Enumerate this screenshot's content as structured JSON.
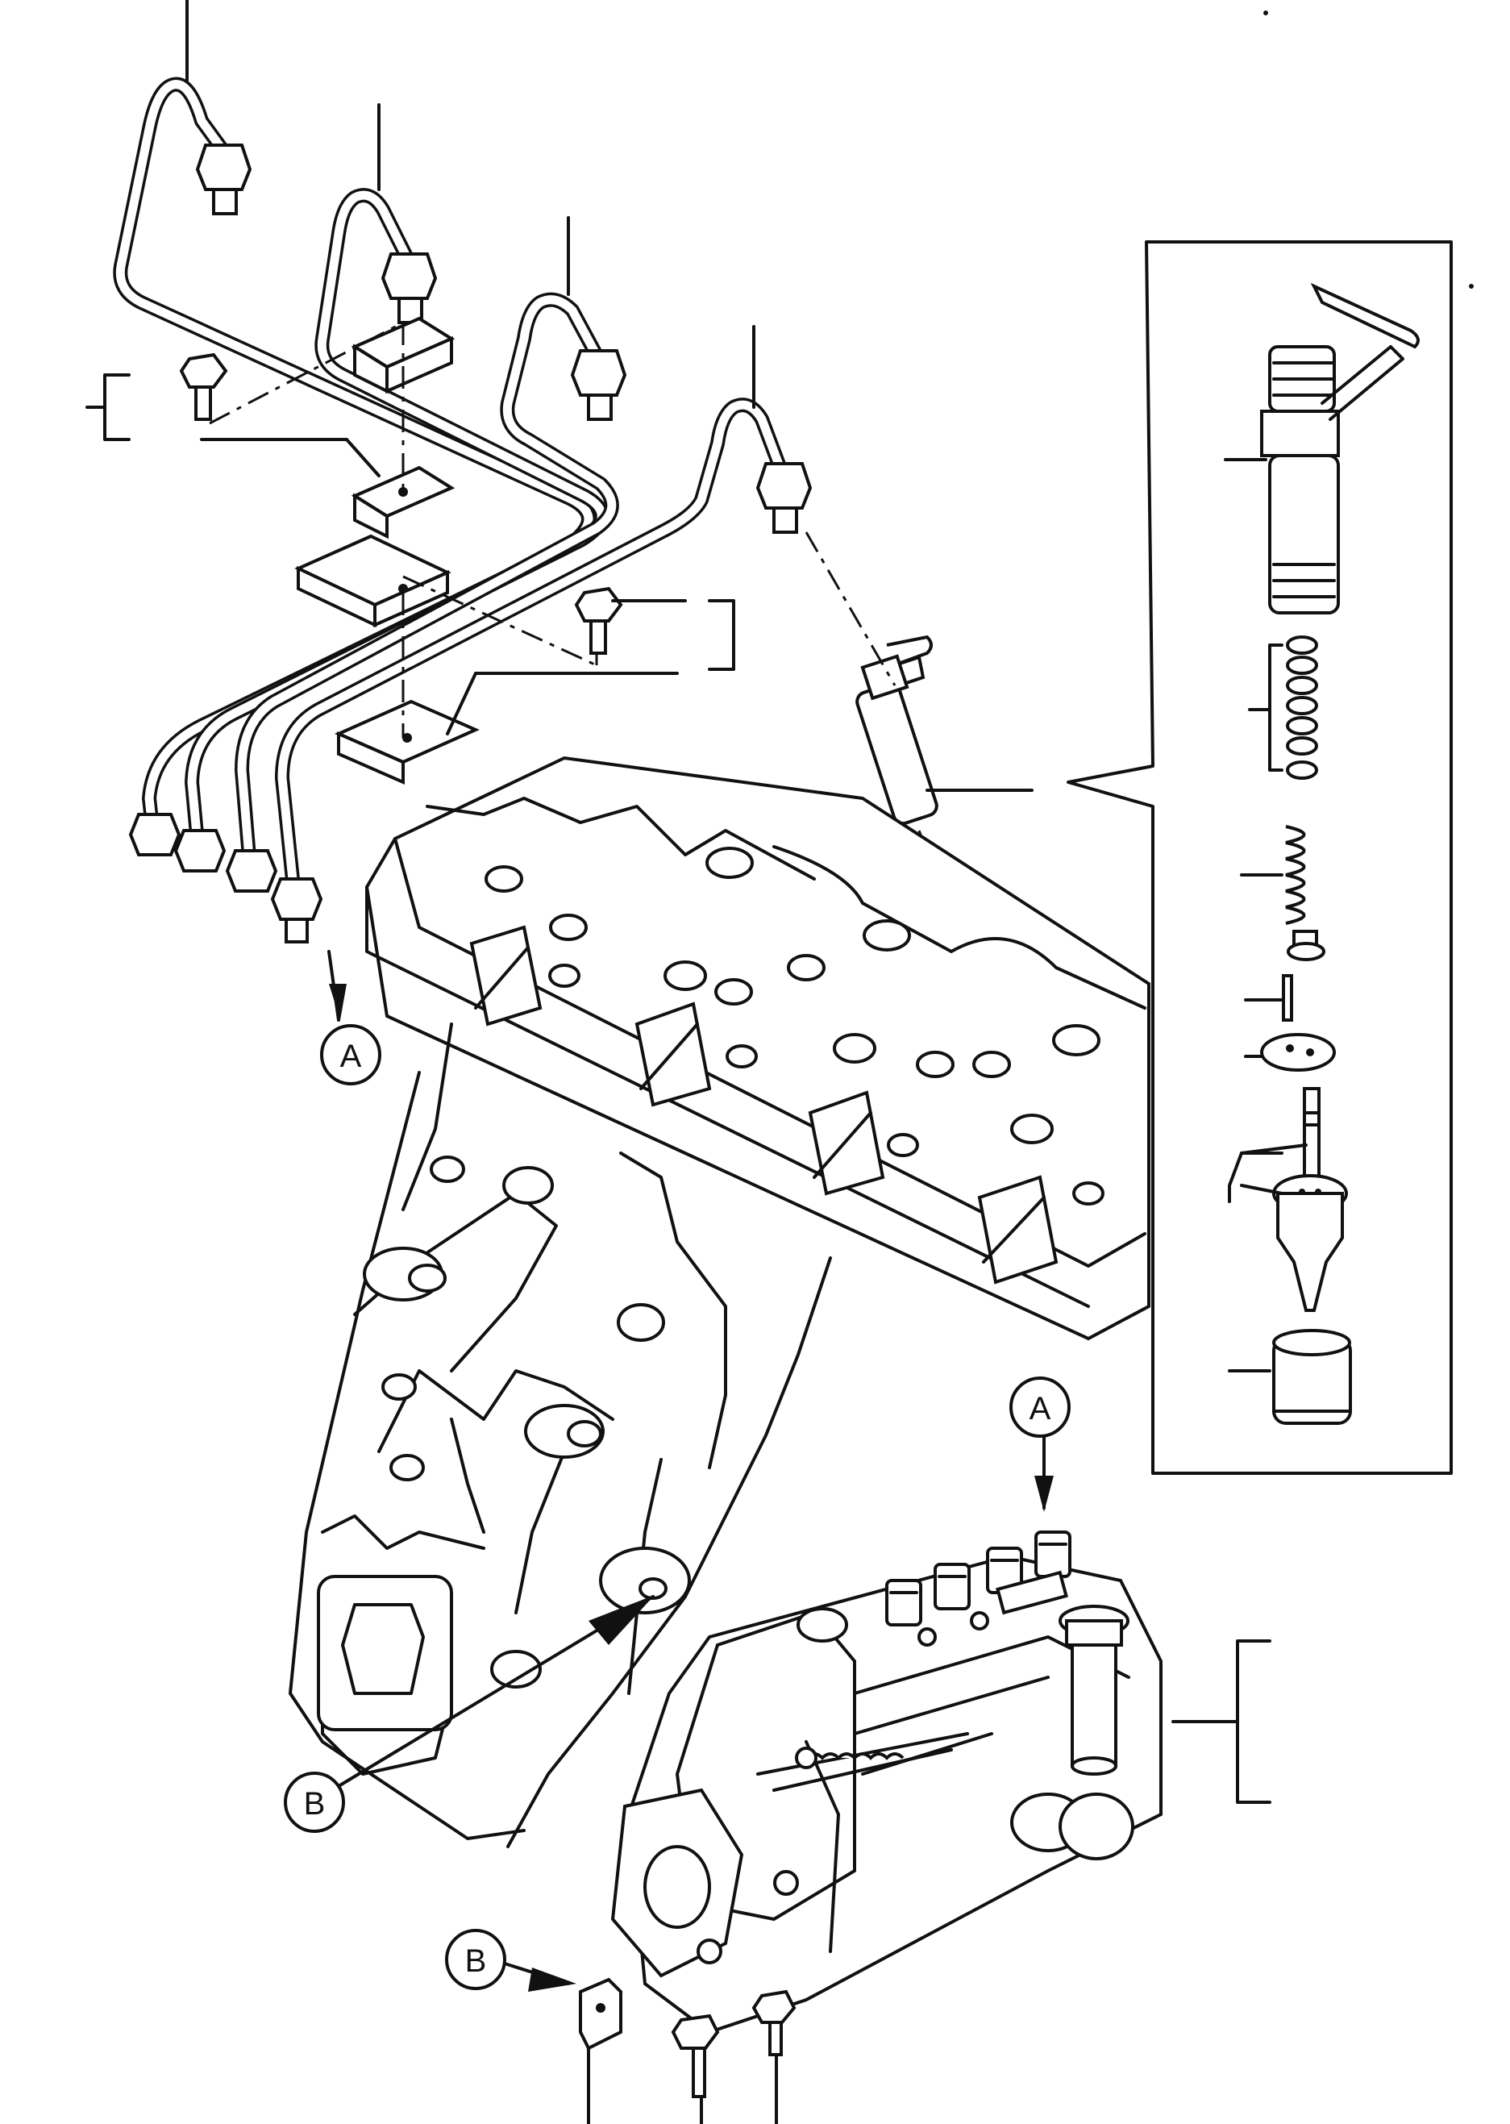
{
  "reference_marks": {
    "a_top": "A",
    "a_bottom": "A",
    "b_left": "B",
    "b_bottom": "B"
  }
}
